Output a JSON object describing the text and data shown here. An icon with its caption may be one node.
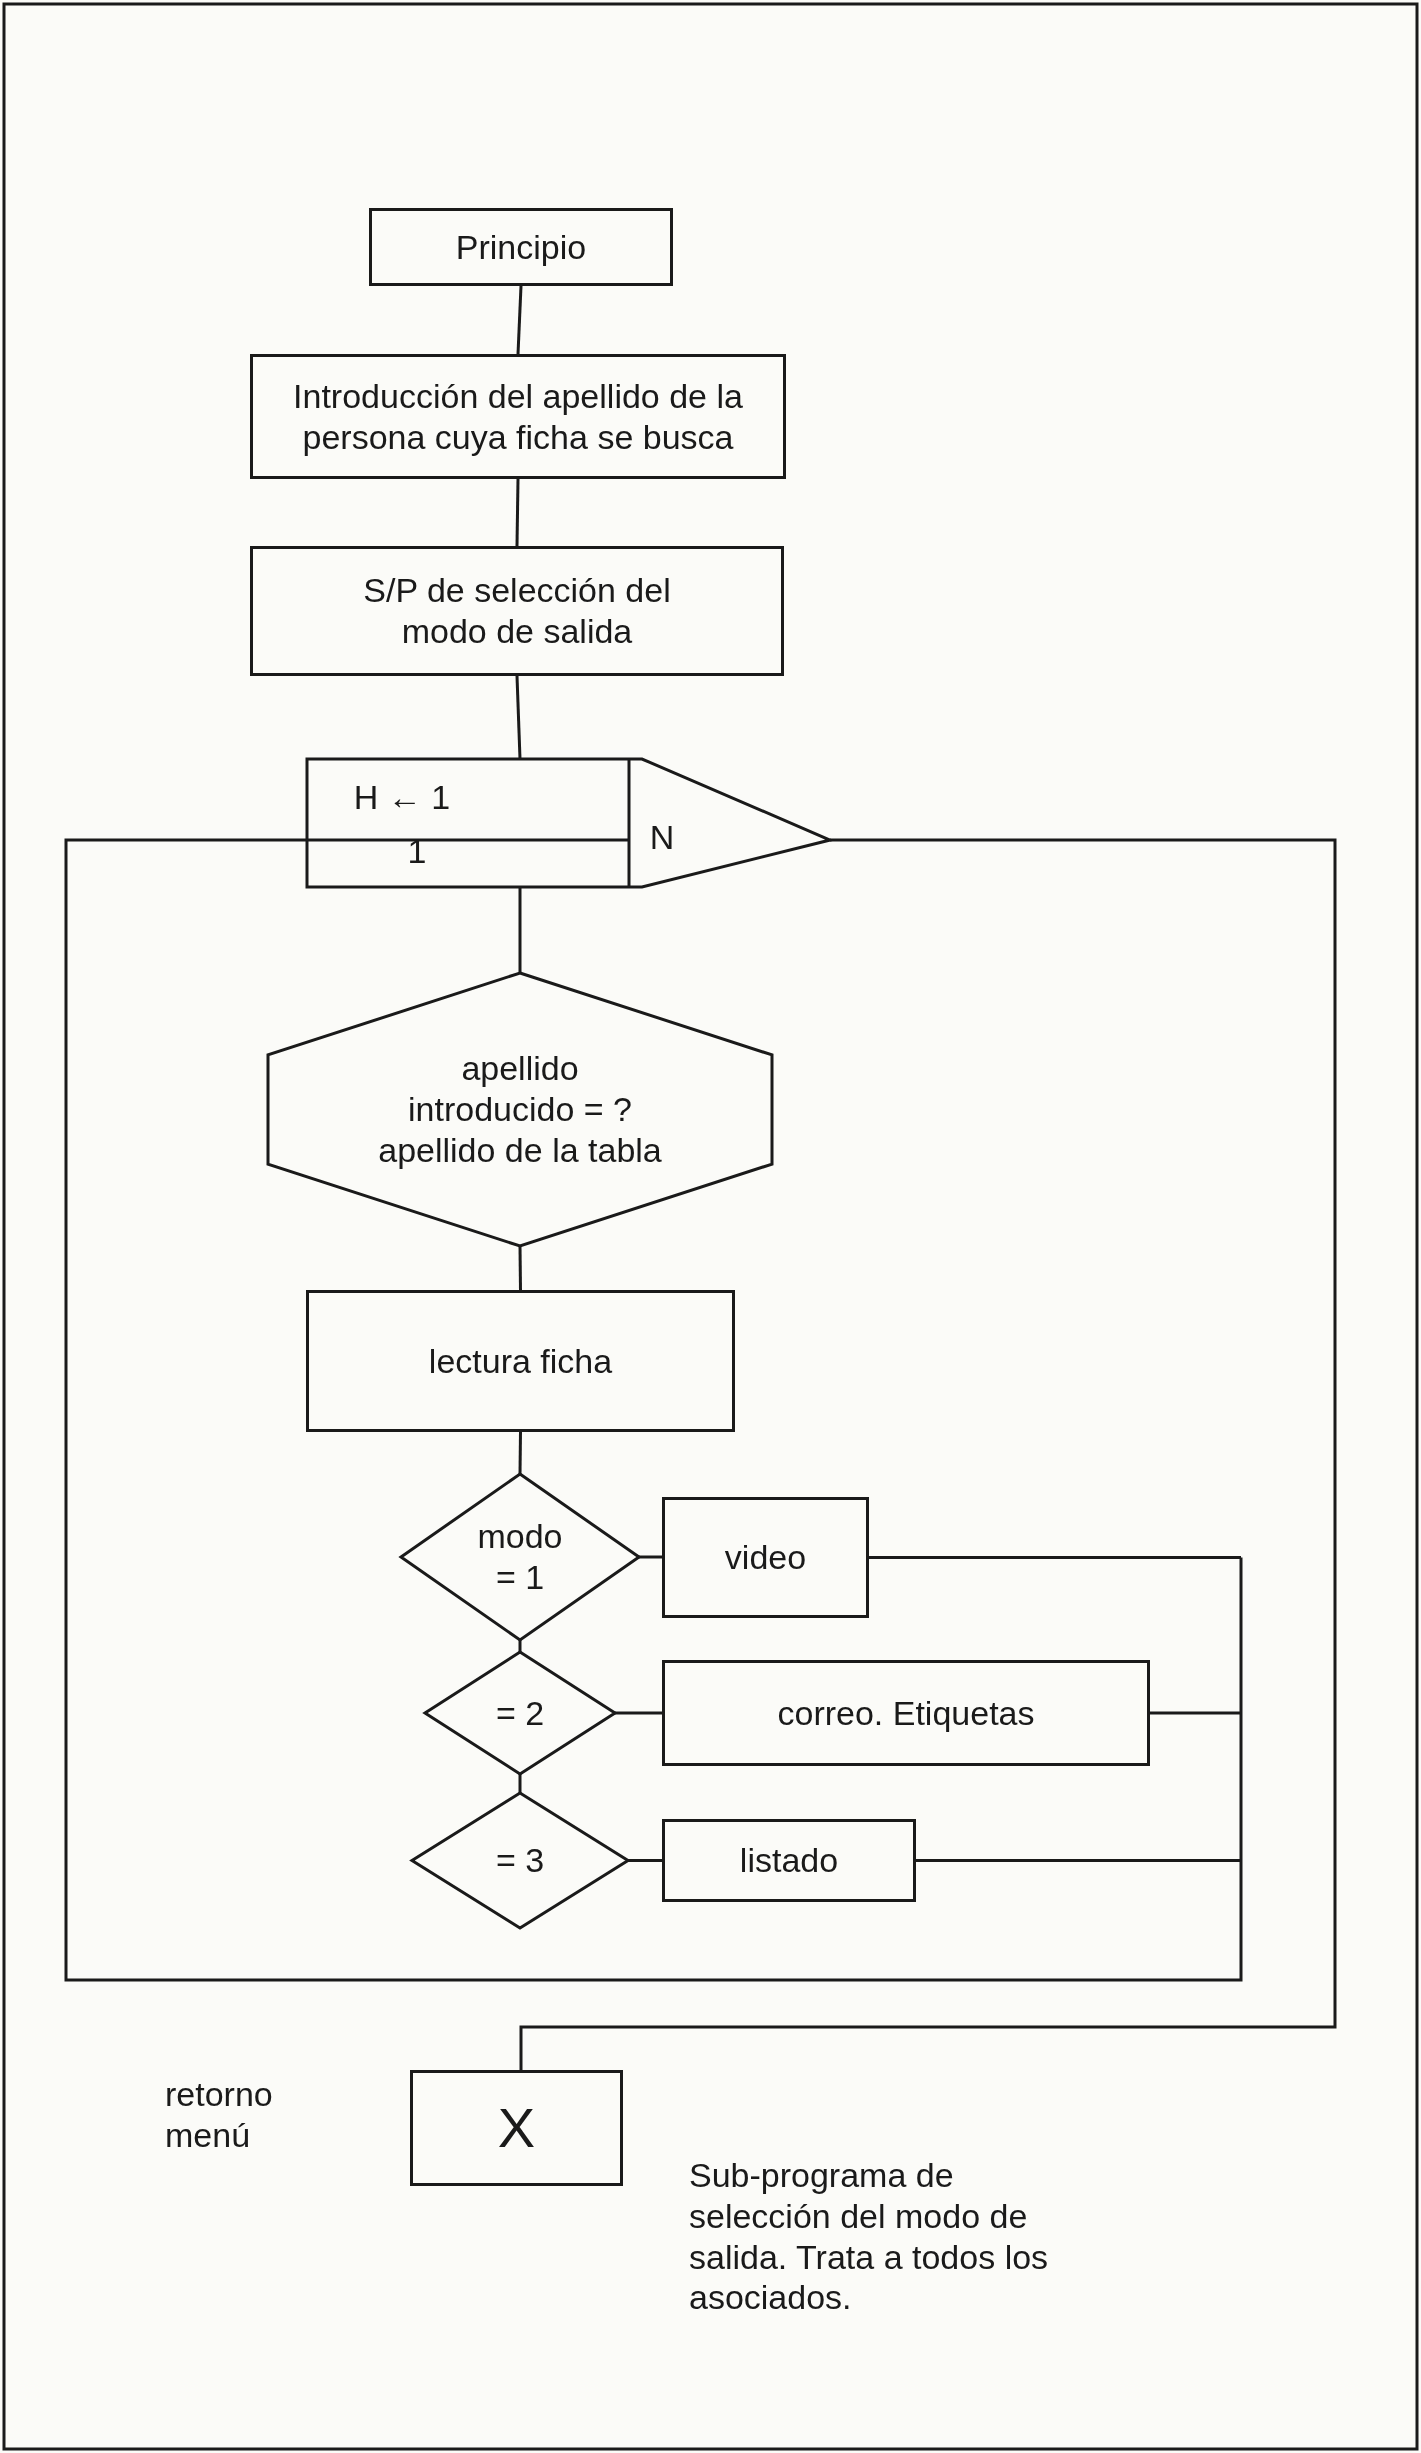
{
  "diagram": {
    "nodes": [
      {
        "text": [
          "Principio"
        ]
      },
      {
        "text": [
          "Introducción del apellido de la persona cuya ficha se busca"
        ]
      },
      {
        "text": [
          "S/P de selección del modo de salida"
        ]
      },
      {
        "text": [
          "H ← 1",
          "1",
          "N"
        ]
      },
      {
        "text": [
          "apellido introducido = ? apellido de la tabla"
        ]
      },
      {
        "text": [
          "lectura ficha"
        ]
      },
      {
        "text": [
          "modo = 1"
        ]
      },
      {
        "text": [
          "video"
        ]
      },
      {
        "text": [
          "= 2"
        ]
      },
      {
        "text": [
          "correo. Etiquetas"
        ]
      },
      {
        "text": [
          "= 3"
        ]
      },
      {
        "text": [
          "listado"
        ]
      },
      {
        "text": [
          "X"
        ]
      }
    ],
    "edges": [
      {
        "from": 0,
        "to": 1,
        "arrow": "none"
      },
      {
        "from": 1,
        "to": 2,
        "arrow": "none"
      },
      {
        "from": 2,
        "to": 3,
        "arrow": "none"
      },
      {
        "from": 3,
        "to": 4,
        "arrow": "none"
      },
      {
        "from": 4,
        "to": 5,
        "arrow": "none"
      },
      {
        "from": 5,
        "to": 6,
        "arrow": "none"
      },
      {
        "from": 6,
        "to": 7,
        "arrow": "none"
      },
      {
        "from": 6,
        "to": 8,
        "arrow": "none"
      },
      {
        "from": 8,
        "to": 9,
        "arrow": "none"
      },
      {
        "from": 8,
        "to": 10,
        "arrow": "none"
      },
      {
        "from": 10,
        "to": 11,
        "arrow": "none"
      },
      {
        "from": 7,
        "to": 3,
        "arrow": "none"
      },
      {
        "from": 9,
        "to": 3,
        "arrow": "none"
      },
      {
        "from": 11,
        "to": 3,
        "arrow": "none"
      },
      {
        "from": 3,
        "to": 12,
        "arrow": "none"
      }
    ],
    "labels": [
      "retorno menú",
      "Sub-programa de selección del modo de salida. Trata a todos los asociados."
    ]
  }
}
